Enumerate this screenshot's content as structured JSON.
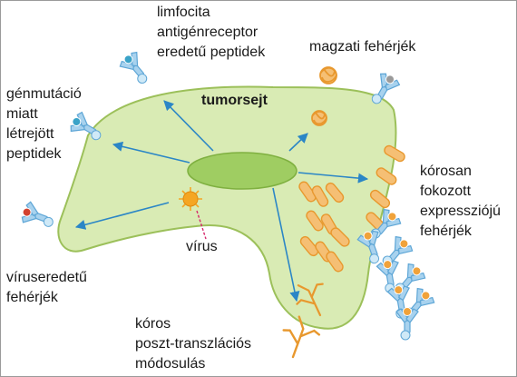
{
  "diagram": {
    "cell_title": "tumorsejt",
    "virus_label": "vírus",
    "labels": {
      "lymphocyte": "limfocita\nantigénreceptor\neredetű peptidek",
      "fetal": "magzati fehérjék",
      "mutation": "génmutáció\nmiatt\nlétrejött\npeptidek",
      "overexpressed": "kórosan\nfokozott\nexpressziójú\nfehérjék",
      "viral": "víruseredetű\nfehérjék",
      "ptm": "kóros\nposzt-transzlációs\nmódosulás"
    },
    "icons": [
      "mhc-receptor-icon",
      "virus-icon",
      "protein-bean-icon",
      "fetal-protein-icon",
      "branched-glycan-icon"
    ],
    "colors": {
      "cell_fill": "#d9ebb4",
      "cell_stroke": "#9cc05a",
      "nucleus": "#9fcd62",
      "arrow": "#2b86c6",
      "receptor": "#a8d2ee",
      "receptor_stroke": "#5ea6d6",
      "bean": "#f5bf74",
      "bean_stroke": "#e8982e",
      "virus": "#f5a623",
      "virus_link": "#d6286b",
      "peptide_cyan": "#3aa3c8",
      "peptide_grey": "#9a9a9a",
      "peptide_red": "#d3422f",
      "peptide_orange": "#f0a23a"
    }
  }
}
